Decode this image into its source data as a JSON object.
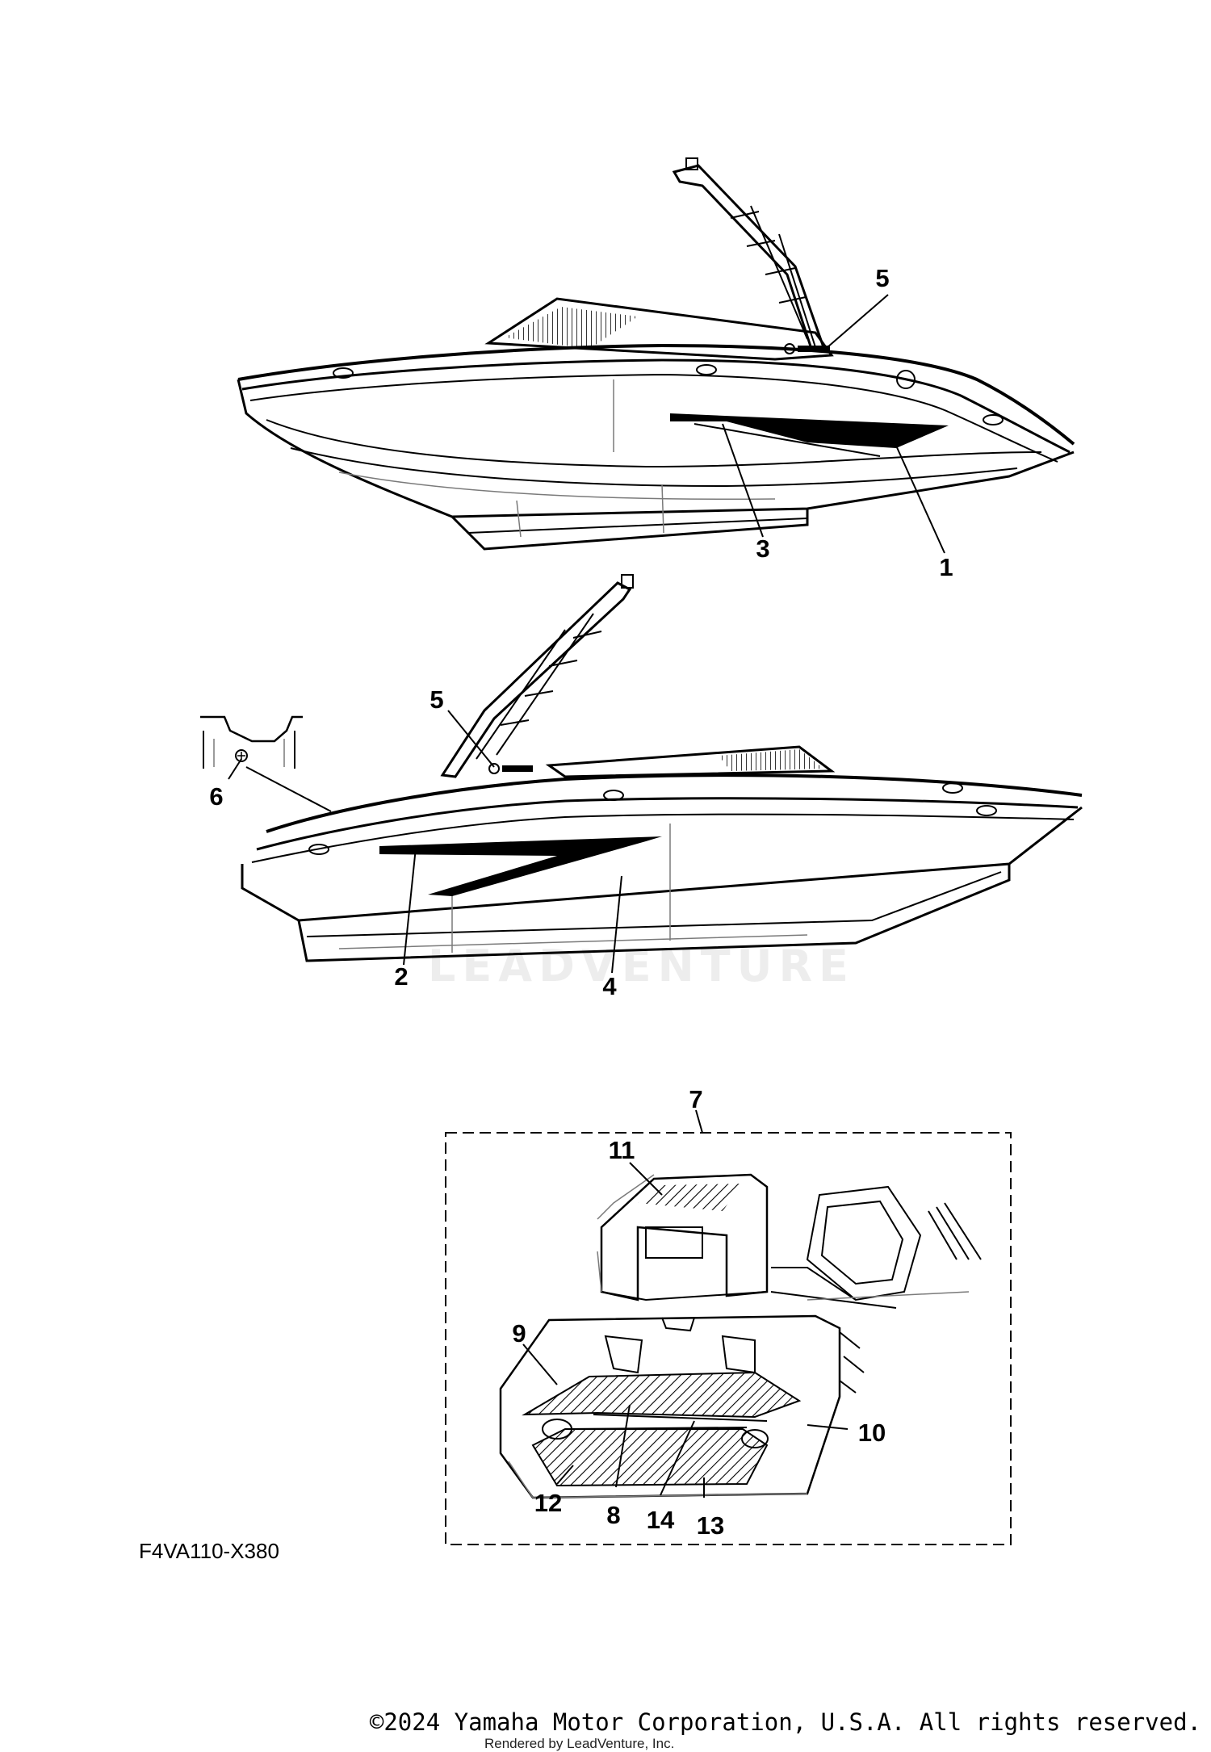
{
  "callouts": {
    "c1": "1",
    "c2": "2",
    "c3": "3",
    "c4": "4",
    "c5a": "5",
    "c5b": "5",
    "c6": "6",
    "c7": "7",
    "c8": "8",
    "c9": "9",
    "c10": "10",
    "c11": "11",
    "c12": "12",
    "c13": "13",
    "c14": "14"
  },
  "diagram_code": "F4VA110-X380",
  "watermark": "LEADVENTURE",
  "footer": {
    "copyright": "©2024 Yamaha Motor Corporation, U.S.A. All rights reserved.",
    "rendered_by": "Rendered by LeadVenture, Inc."
  }
}
